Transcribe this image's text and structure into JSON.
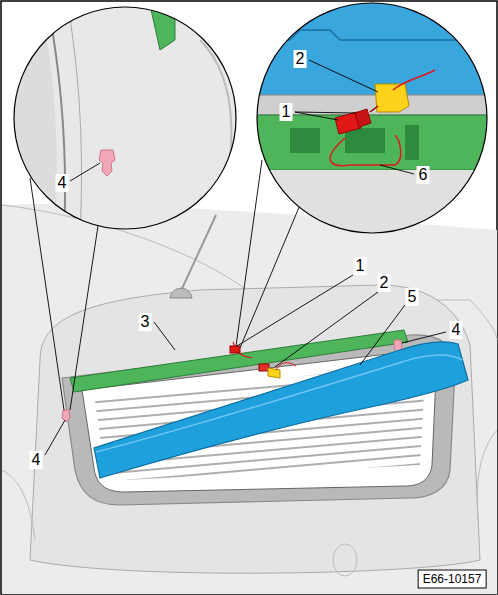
{
  "diagram": {
    "labels": [
      "4",
      "2",
      "1",
      "6",
      "1",
      "2",
      "5",
      "3",
      "4",
      "4",
      "E66-10157"
    ]
  }
}
